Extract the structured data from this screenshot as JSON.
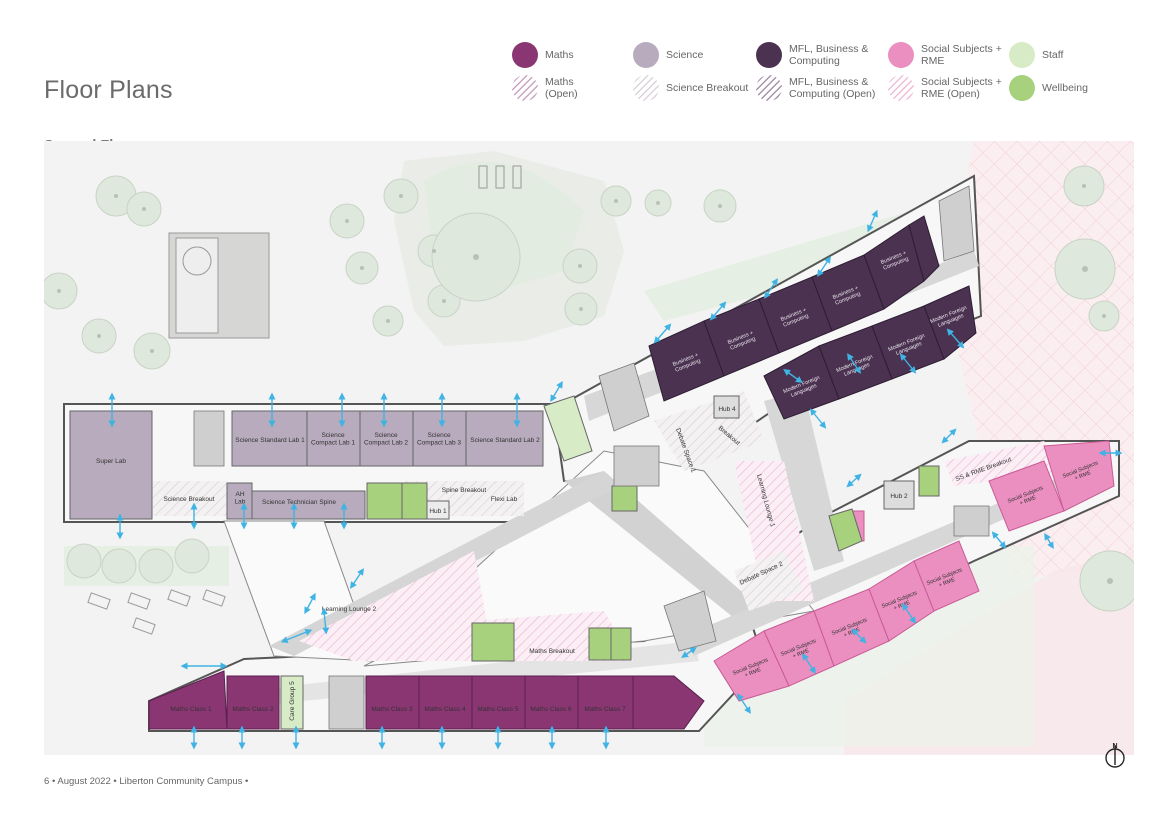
{
  "page_title": "Floor Plans",
  "section_title": "Second Floor",
  "legend": [
    {
      "label": "Maths",
      "color": "#8a3673",
      "pattern": "solid"
    },
    {
      "label": "Science",
      "color": "#b7abbd",
      "pattern": "solid"
    },
    {
      "label": "MFL, Business &\nComputing",
      "color": "#4a3250",
      "pattern": "solid"
    },
    {
      "label": "Social Subjects +\nRME",
      "color": "#ea8fbf",
      "pattern": "solid"
    },
    {
      "label": "Staff",
      "color": "#d7ebc6",
      "pattern": "solid"
    },
    {
      "label": "Maths\n(Open)",
      "color": "#c9a3c0",
      "pattern": "hatch"
    },
    {
      "label": "Science Breakout",
      "color": "#dcd4dc",
      "pattern": "hatch"
    },
    {
      "label": "MFL, Business &\nComputing (Open)",
      "color": "#a593a8",
      "pattern": "hatch"
    },
    {
      "label": "Social Subjects +\nRME (Open)",
      "color": "#f1bcd6",
      "pattern": "hatch"
    },
    {
      "label": "Wellbeing",
      "color": "#a8d17e",
      "pattern": "solid"
    }
  ],
  "rooms": {
    "super_lab": "Super Lab",
    "sci_std_lab_1": "Science Standard Lab 1",
    "sci_compact_1": "Science\nCompact Lab 1",
    "sci_compact_2": "Science\nCompact Lab 2",
    "sci_compact_3": "Science\nCompact Lab 3",
    "sci_std_lab_2": "Science Standard Lab 2",
    "science_breakout": "Science Breakout",
    "ah_lab": "AH\nLab",
    "sci_tech_spine": "Science Technician Spine",
    "spine_breakout": "Spine Breakout",
    "hub_1": "Hub 1",
    "flexi_lab": "Flexi Lab",
    "debate_space_1": "Debate Space 1",
    "breakout": "Breakout",
    "hub_4": "Hub 4",
    "learning_lounge_1": "Learning Lounge 1",
    "learning_lounge_2": "Learning Lounge 2",
    "debate_space_2": "Debate Space 2",
    "hub_2": "Hub 2",
    "ss_rme_breakout": "SS & RME Breakout",
    "maths_breakout": "Maths Breakout",
    "maths_class_1": "Maths Class 1",
    "maths_class_2": "Maths Class 2",
    "care_group_5": "Care Group 5",
    "maths_class_3": "Maths Class 3",
    "maths_class_4": "Maths Class 4",
    "maths_class_5": "Maths Class 5",
    "maths_class_6": "Maths Class 6",
    "maths_class_7": "Maths Class 7",
    "business_computing": "Business +\nComputing",
    "modern_foreign_languages": "Modern Foreign\nLanguages",
    "social_subjects_rme": "Social Subjects\n+ RME"
  },
  "compass_label": "N",
  "footer": {
    "page_number": "6",
    "date": "August 2022",
    "publication": "Liberton Community Campus",
    "separator": "•"
  }
}
